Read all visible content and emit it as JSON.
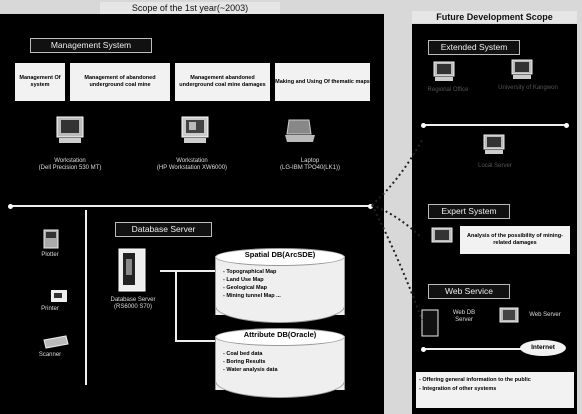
{
  "left_title": "Scope of the 1st year(~2003)",
  "right_title": "Future Development Scope",
  "management": {
    "title": "Management System",
    "boxes": [
      "Management Of system",
      "Management of abandoned underground coal mine",
      "Management abandoned underground coal mine damages",
      "Making and Using Of thematic maps"
    ],
    "workstations": [
      {
        "name": "Workstation",
        "model": "(Dell Precision 530 MT)"
      },
      {
        "name": "Workstation",
        "model": "(HP Workstation XW6000)"
      },
      {
        "name": "Laptop",
        "model": "(LG-IBM TPO40(LK1))"
      }
    ]
  },
  "database": {
    "title": "Database Server",
    "peripherals": [
      "Plotter",
      "Printer",
      "Scanner"
    ],
    "server_name": "Database Server",
    "server_model": "(RS6000 S70)",
    "spatial_title": "Spatial DB(ArcSDE)",
    "spatial_items": [
      "- Topographical Map",
      "- Land Use Map",
      "- Geological Map",
      "- Mining tunnel Map ..."
    ],
    "attribute_title": "Attribute DB(Oracle)",
    "attribute_items": [
      "- Coal bed data",
      "- Boring Results",
      "- Water analysis data"
    ]
  },
  "extended": {
    "title": "Extended System",
    "nodes": [
      "Regional Office",
      "University of Kangwon",
      "Local Server"
    ]
  },
  "expert": {
    "title": "Expert System",
    "box": "Analysis of the possibility of mining-related damages"
  },
  "web": {
    "title": "Web Service",
    "db_server": "Web DB Server",
    "web_server": "Web Server",
    "internet": "Internet",
    "notes": [
      "- Offering general information to the public",
      "- Integration of other systems"
    ]
  }
}
